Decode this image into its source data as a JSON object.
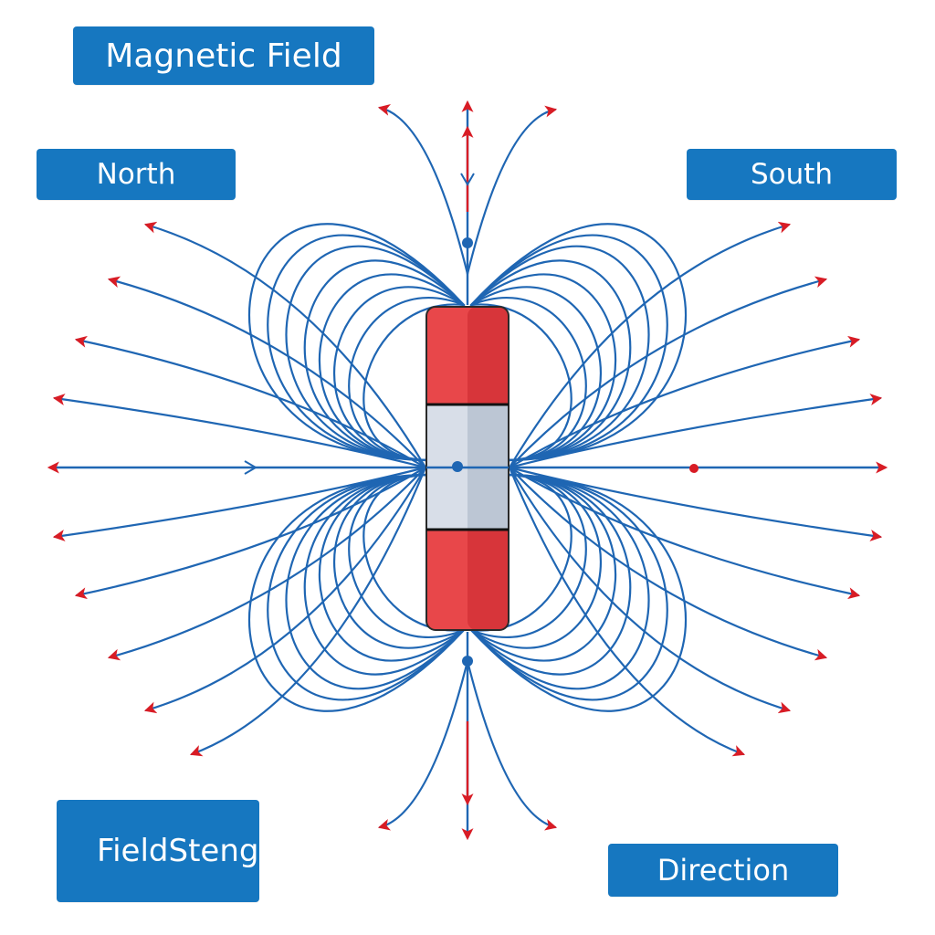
{
  "labels": {
    "title": "Magnetic Field",
    "north": "North",
    "south": "South",
    "field_strength_line1": "Field",
    "field_strength_line2": "Stength",
    "direction": "Direction"
  },
  "colors": {
    "field_line": "#1f66b3",
    "arrow": "#d81c25",
    "magnet_red": "#e8474a",
    "magnet_red_dark": "#c9262d",
    "magnet_center": "#d8dee8",
    "magnet_center_dark": "#bcc6d4",
    "label_bg": "#1677c0"
  },
  "icons": [
    "arrowhead-icon"
  ]
}
